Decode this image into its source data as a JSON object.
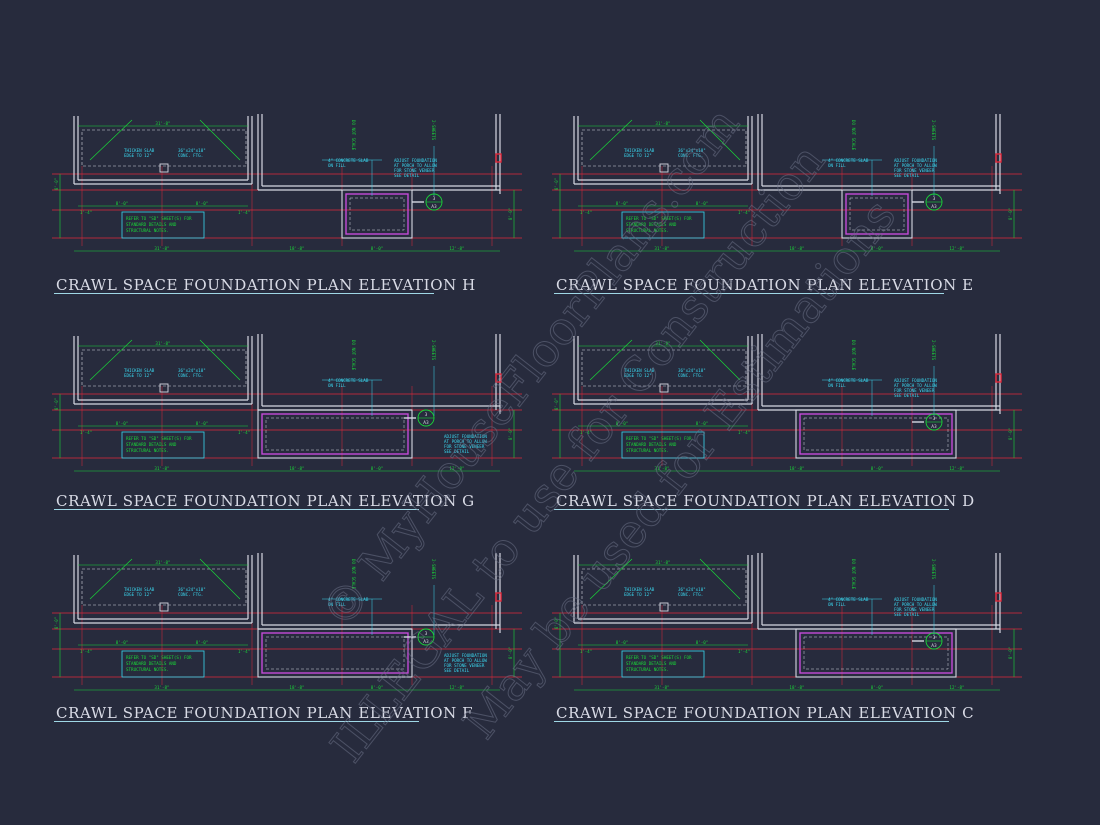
{
  "colors": {
    "background": "#272b3d",
    "wall": "#d6d8e2",
    "dimension": "#19d838",
    "gridline": "#e0283a",
    "note": "#3ad7ef",
    "hatch": "#c44bd8",
    "title": "#d9dbe6"
  },
  "panels": [
    {
      "id": "h",
      "title": "CRAWL SPACE FOUNDATION PLAN ELEVATION H",
      "layout": "a"
    },
    {
      "id": "e",
      "title": "CRAWL SPACE FOUNDATION PLAN ELEVATION E",
      "layout": "a"
    },
    {
      "id": "g",
      "title": "CRAWL SPACE FOUNDATION PLAN ELEVATION G",
      "layout": "b"
    },
    {
      "id": "d",
      "title": "CRAWL SPACE FOUNDATION PLAN ELEVATION D",
      "layout": "c"
    },
    {
      "id": "f",
      "title": "CRAWL SPACE FOUNDATION PLAN ELEVATION F",
      "layout": "b"
    },
    {
      "id": "c",
      "title": "CRAWL SPACE FOUNDATION PLAN ELEVATION C",
      "layout": "c"
    }
  ],
  "notes": {
    "thicken_slab": [
      "THICKEN SLAB",
      "EDGE TO 12\""
    ],
    "footing": [
      "36\"x24\"x10\"",
      "CONC. FTG."
    ],
    "concrete_slab": [
      "4\" CONCRETE SLAB",
      "ON FILL"
    ],
    "adjust_foundation": [
      "ADJUST FOUNDATION",
      "AT PORCH TO ALLOW",
      "FOR STONE VENEER",
      "SEE DETAIL"
    ],
    "refer": [
      "REFER TO \"SD\" SHEET(S) FOR",
      "STANDARD DETAILS AND",
      "STRUCTURAL NOTES."
    ],
    "vertical_a": "DO NOT SCALE",
    "vertical_b": "2-SHEETS",
    "section_tag_top": "3",
    "section_tag_bottom": "A3",
    "dims": {
      "top": "31'-8\"",
      "side": "8'-0\"",
      "mid_left": "8'-0\"",
      "mid_right": "8'-0\"",
      "small": "1'-4\"",
      "bottom_left": "31'-8\"",
      "bottom_mid": "18'-8\"",
      "bottom_small": "8'-0\"",
      "bottom_right": "12'-8\""
    }
  },
  "watermark": {
    "line1": "© MyHouseFloorPlans.com",
    "line2": "ILLEGAL to use for Construction",
    "line3": "May be used for Estimations"
  }
}
